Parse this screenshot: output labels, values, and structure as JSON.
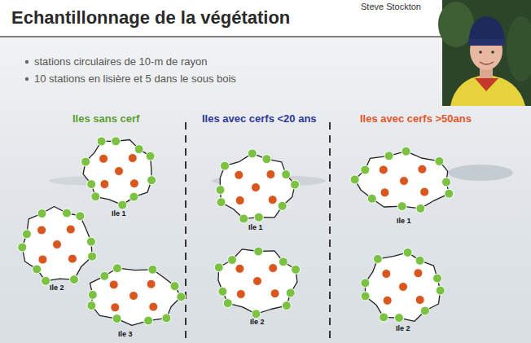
{
  "diagram": {
    "title": "Echantillonnage de la végétation",
    "labels": [
      "Steve Stockton",
      "stations circulaires de 10-m de rayon",
      "10 stations en lisière et 5 dans le sous bois",
      "Iles sans cerf",
      "Iles avec cerfs <20 ans",
      "Iles avec cerfs >50ans",
      "Ile 1",
      "Ile 1",
      "Ile 1",
      "Ile 2",
      "Ile 2",
      "Ile 2",
      "Ile 3"
    ]
  }
}
